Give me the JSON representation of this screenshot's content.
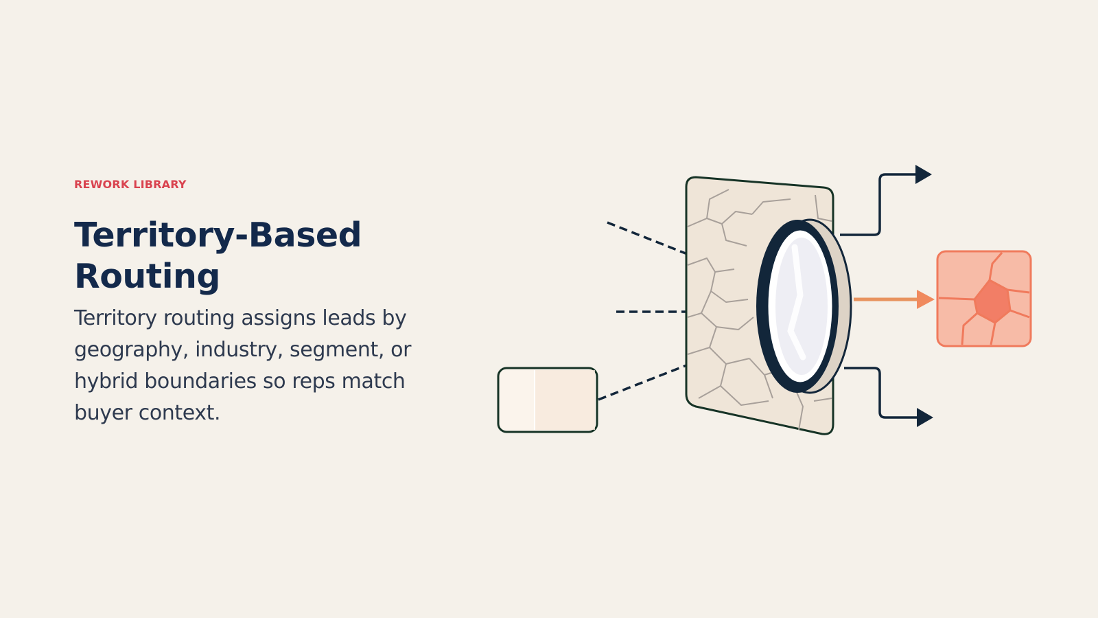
{
  "slide": {
    "eyebrow": "REWORK LIBRARY",
    "title": "Territory-Based Routing",
    "description": "Territory routing assigns leads by geography, industry, segment, or hybrid boundaries so reps match buyer context."
  },
  "colors": {
    "background": "#f5f1ea",
    "eyebrow": "#d9434f",
    "title": "#13294b",
    "body": "#2e3a4f",
    "navy": "#12263a",
    "accent": "#f07a5c",
    "panel": "#efe4d6"
  },
  "illustration": {
    "icons": [
      "territory-map-icon",
      "magnifying-lens-icon",
      "lead-card-icon",
      "assigned-territory-icon",
      "route-arrow-icon"
    ]
  }
}
